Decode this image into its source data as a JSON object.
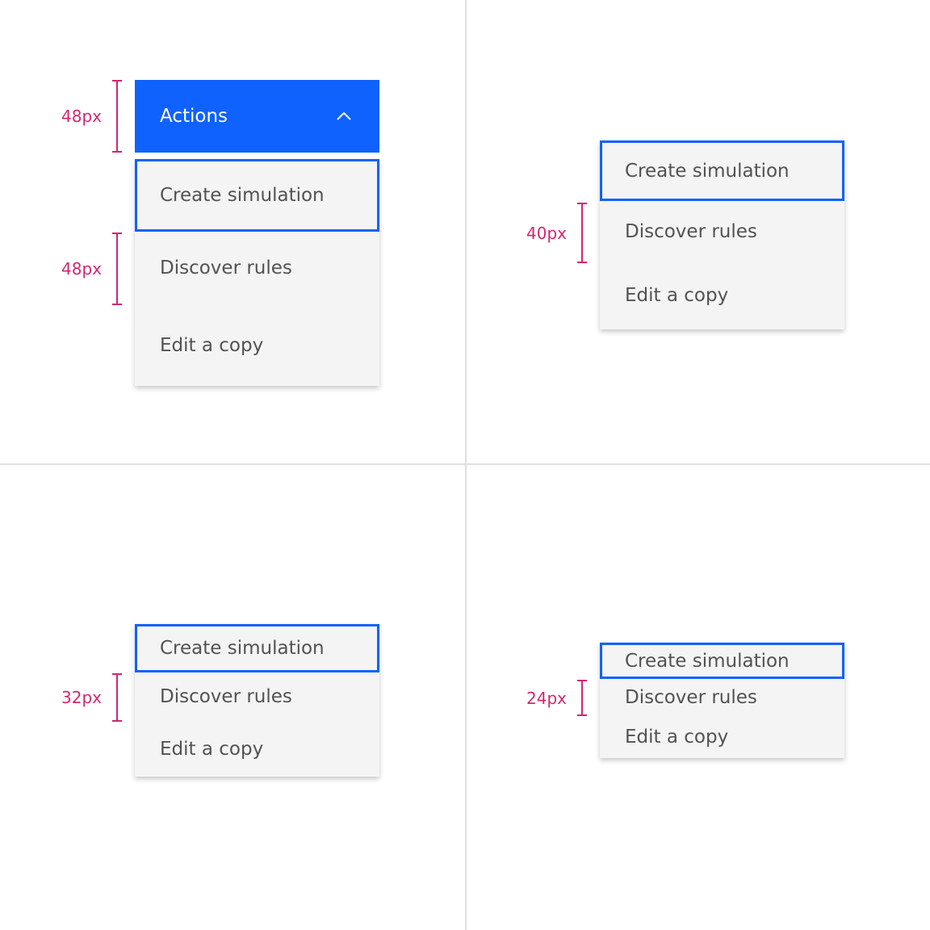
{
  "colors": {
    "accent": "#0f62fe",
    "menu_bg": "#f4f4f4",
    "item_text": "#525252",
    "measure": "#d12771",
    "divider": "#e0e0e0"
  },
  "trigger": {
    "label": "Actions",
    "icon": "chevron-up-icon"
  },
  "menus": [
    {
      "size_label": "48px",
      "items": [
        "Create simulation",
        "Discover rules",
        "Edit a copy"
      ],
      "focused_index": 0
    },
    {
      "size_label": "40px",
      "items": [
        "Create simulation",
        "Discover rules",
        "Edit a copy"
      ],
      "focused_index": 0
    },
    {
      "size_label": "32px",
      "items": [
        "Create simulation",
        "Discover rules",
        "Edit a copy"
      ],
      "focused_index": 0
    },
    {
      "size_label": "24px",
      "items": [
        "Create simulation",
        "Discover rules",
        "Edit a copy"
      ],
      "focused_index": 0
    }
  ],
  "trigger_size_label": "48px"
}
